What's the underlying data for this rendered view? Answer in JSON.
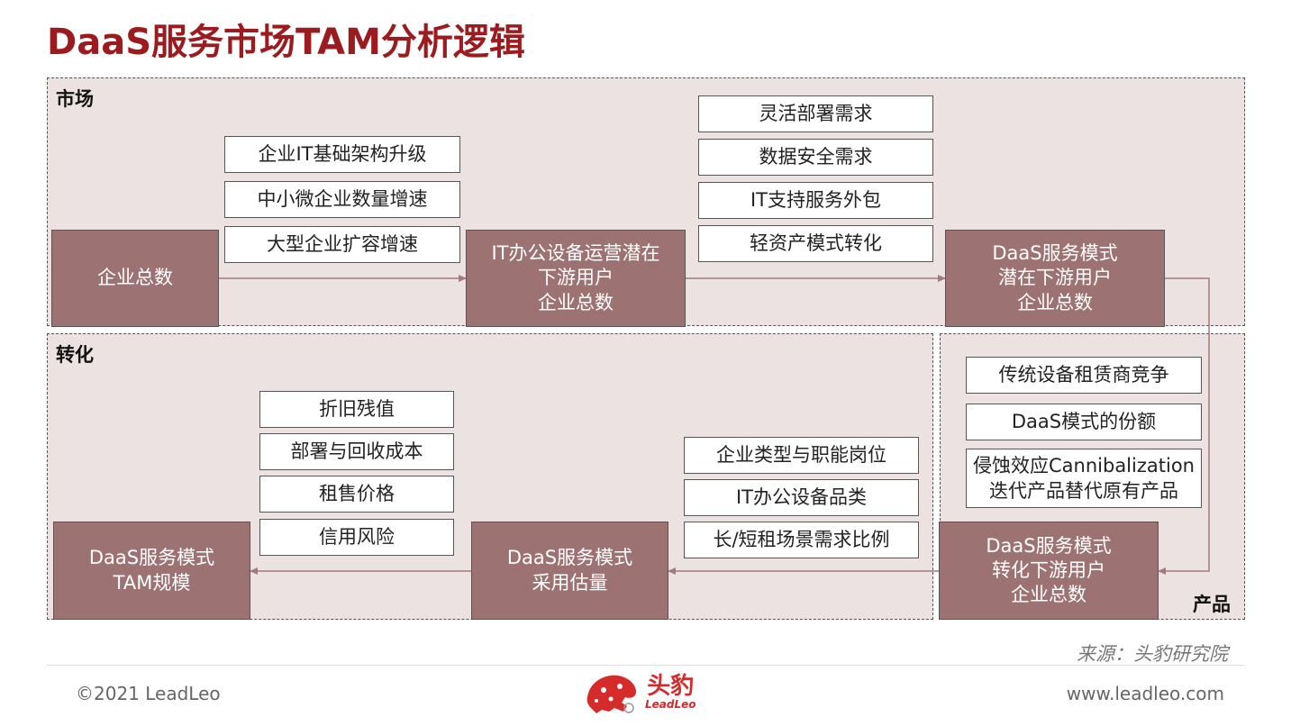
{
  "title": "DaaS服务市场TAM分析逻辑",
  "sections": {
    "market": "市场",
    "conversion": "转化",
    "product": "产品"
  },
  "market": {
    "node_total": "企业总数",
    "factors_1": [
      "企业IT基础架构升级",
      "中小微企业数量增速",
      "大型企业扩容增速"
    ],
    "node_it": "IT办公设备运营潜在\n下游用户\n企业总数",
    "factors_2": [
      "灵活部署需求",
      "数据安全需求",
      "IT支持服务外包",
      "轻资产模式转化"
    ],
    "node_daas": "DaaS服务模式\n潜在下游用户\n企业总数"
  },
  "product": {
    "factors": [
      "传统设备租赁商竞争",
      "DaaS模式的份额",
      "侵蚀效应Cannibalization\n迭代产品替代原有产品"
    ],
    "node_convert": "DaaS服务模式\n转化下游用户\n企业总数"
  },
  "conversion": {
    "factors_1": [
      "企业类型与职能岗位",
      "IT办公设备品类",
      "长/短租场景需求比例"
    ],
    "node_adopt": "DaaS服务模式\n采用估量",
    "factors_2": [
      "折旧残值",
      "部署与回收成本",
      "租售价格",
      "信用风险"
    ],
    "node_tam": "DaaS服务模式\nTAM规模"
  },
  "footer": {
    "source": "来源：头豹研究院",
    "copyright": "©2021 LeadLeo",
    "url": "www.leadleo.com",
    "logo_cn": "头豹",
    "logo_en": "LeadLeo"
  },
  "colors": {
    "title": "#9b1b1f",
    "node": "#9c7372",
    "section_bg": "#ede2e2",
    "logo": "#d62b2b"
  },
  "icons": [
    "leopard-logo-icon"
  ]
}
